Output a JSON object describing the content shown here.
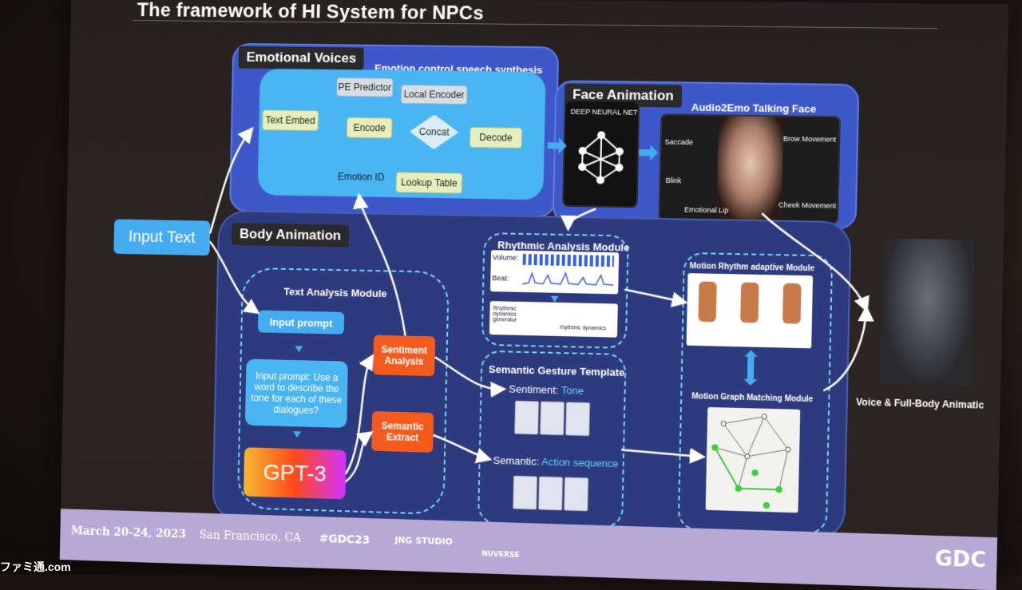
{
  "slide": {
    "title": "The framework of HI System for NPCs"
  },
  "emotional_voices": {
    "tag": "Emotional Voices",
    "subtitle": "Emotion control speech synthesis",
    "nodes": {
      "text_embed": "Text Embed",
      "pe_predictor": "PE Predictor",
      "local_encoder": "Local Encoder",
      "encode": "Encode",
      "concat": "Concat",
      "decode": "Decode",
      "emotion_id": "Emotion ID",
      "lookup_table": "Lookup Table"
    }
  },
  "face_animation": {
    "tag": "Face Animation",
    "subtitle": "Audio2Emo Talking Face",
    "network_label": "DEEP NEURAL NET",
    "face_labels": {
      "saccade": "Saccade",
      "brow": "Brow Movement",
      "blink": "Blink",
      "lip": "Emotional Lip",
      "cheek": "Cheek Movement"
    }
  },
  "input_text": "Input Text",
  "body_animation": {
    "tag": "Body Animation",
    "text_module": {
      "title": "Text Analysis Module",
      "input_prompt": "Input prompt",
      "prompt_text": "Input prompt: Use a word to describe the tone for each of these dialogues?",
      "gpt": "GPT-3"
    },
    "sentiment": "Sentiment Analysis",
    "semantic": "Semantic Extract",
    "rhythmic": {
      "title": "Rhythmic Analysis Module",
      "volume": "Volume:",
      "beat": "Beat:",
      "generator": "Rhythmic dynamics generator",
      "dynamics": "rhythmic dynamics"
    },
    "semantic_template": {
      "title": "Semantic Gesture Template",
      "sentiment_prefix": "Sentiment:",
      "sentiment_value": "Tone",
      "semantic_prefix": "Semantic:",
      "semantic_value": "Action sequence"
    },
    "motion_rhythm": "Motion Rhythm adaptive Module",
    "motion_graph": "Motion Graph Matching Module"
  },
  "voice_label": "Voice & Full-Body Animatic",
  "footer": {
    "dates": "March 20-24, 2023",
    "location": "San Francisco, CA",
    "hashtag": "#GDC23",
    "studio": "JNG STUDIO",
    "nuverse": "NUVERSE",
    "gdc": "GDC"
  },
  "watermark": "ファミ通.com",
  "colors": {
    "blue_panel": "#3f58c9",
    "navy_panel": "#2e3a7e",
    "light_blue": "#49b5f3",
    "orange": "#f25a1e",
    "dashed": "#71d6ef",
    "footer": "#b7a9d6"
  }
}
